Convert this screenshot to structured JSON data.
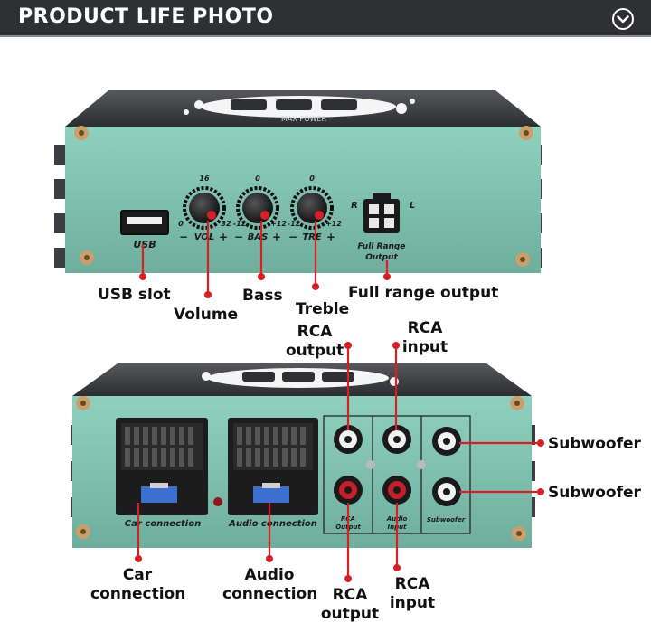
{
  "header": {
    "title": "PRODUCT LIFE PHOTO",
    "menu_icon": "chevron-down-circle-icon",
    "background_color": "#2f3034"
  },
  "device": {
    "body_color": "#7fbfae",
    "logo_subtext": "MAX POWER",
    "front_panel": {
      "usb_label": "USB",
      "volume": {
        "label": "VOL",
        "min": "0",
        "center": "16",
        "max": "32"
      },
      "bass": {
        "label": "BAS",
        "min": "-12",
        "center": "0",
        "max": "+12"
      },
      "treble": {
        "label": "TRE",
        "min": "-12",
        "center": "0",
        "max": "+12"
      },
      "output_left": "L",
      "output_right": "R",
      "output_label_line1": "Full Range",
      "output_label_line2": "Output"
    },
    "rear_panel": {
      "car_connection": "Car connection",
      "audio_connection": "Audio connection",
      "rca_output_line1": "RCA",
      "rca_output_line2": "Output",
      "audio_input_line1": "Audio",
      "audio_input_line2": "Input",
      "subwoofer": "Subwoofer"
    }
  },
  "callouts": {
    "usb_slot": "USB slot",
    "volume": "Volume",
    "bass": "Bass",
    "treble": "Treble",
    "full_range_output": "Full range output",
    "rca_output_top_line1": "RCA",
    "rca_output_top_line2": "output",
    "rca_input_top_line1": "RCA",
    "rca_input_top_line2": "input",
    "subwoofer_top": "Subwoofer",
    "subwoofer_bottom": "Subwoofer",
    "car_connection_line1": "Car",
    "car_connection_line2": "connection",
    "audio_connection_line1": "Audio",
    "audio_connection_line2": "connection",
    "rca_output_bottom_line1": "RCA",
    "rca_output_bottom_line2": "output",
    "rca_input_bottom_line1": "RCA",
    "rca_input_bottom_line2": "input",
    "line_color": "#d81f26"
  }
}
